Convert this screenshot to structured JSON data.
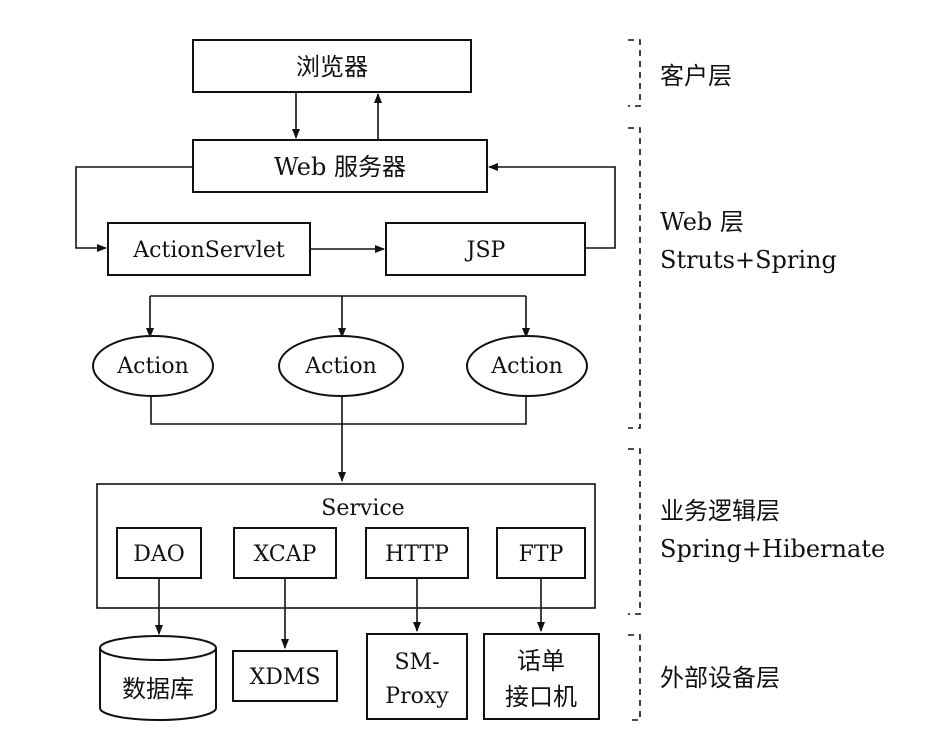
{
  "nodes": {
    "browser": "浏览器",
    "web_server": "Web 服务器",
    "action_servlet": "ActionServlet",
    "jsp": "JSP",
    "actions": [
      "Action",
      "Action",
      "Action"
    ],
    "service": "Service",
    "service_modules": [
      "DAO",
      "XCAP",
      "HTTP",
      "FTP"
    ],
    "database": "数据库",
    "xdms": "XDMS",
    "sm_proxy": [
      "SM-",
      "Proxy"
    ],
    "call_record": [
      "话单",
      "接口机"
    ]
  },
  "layers": {
    "client": "客户层",
    "web": [
      "Web 层",
      "Struts+Spring"
    ],
    "business": [
      "业务逻辑层",
      "Spring+Hibernate"
    ],
    "external": "外部设备层"
  }
}
